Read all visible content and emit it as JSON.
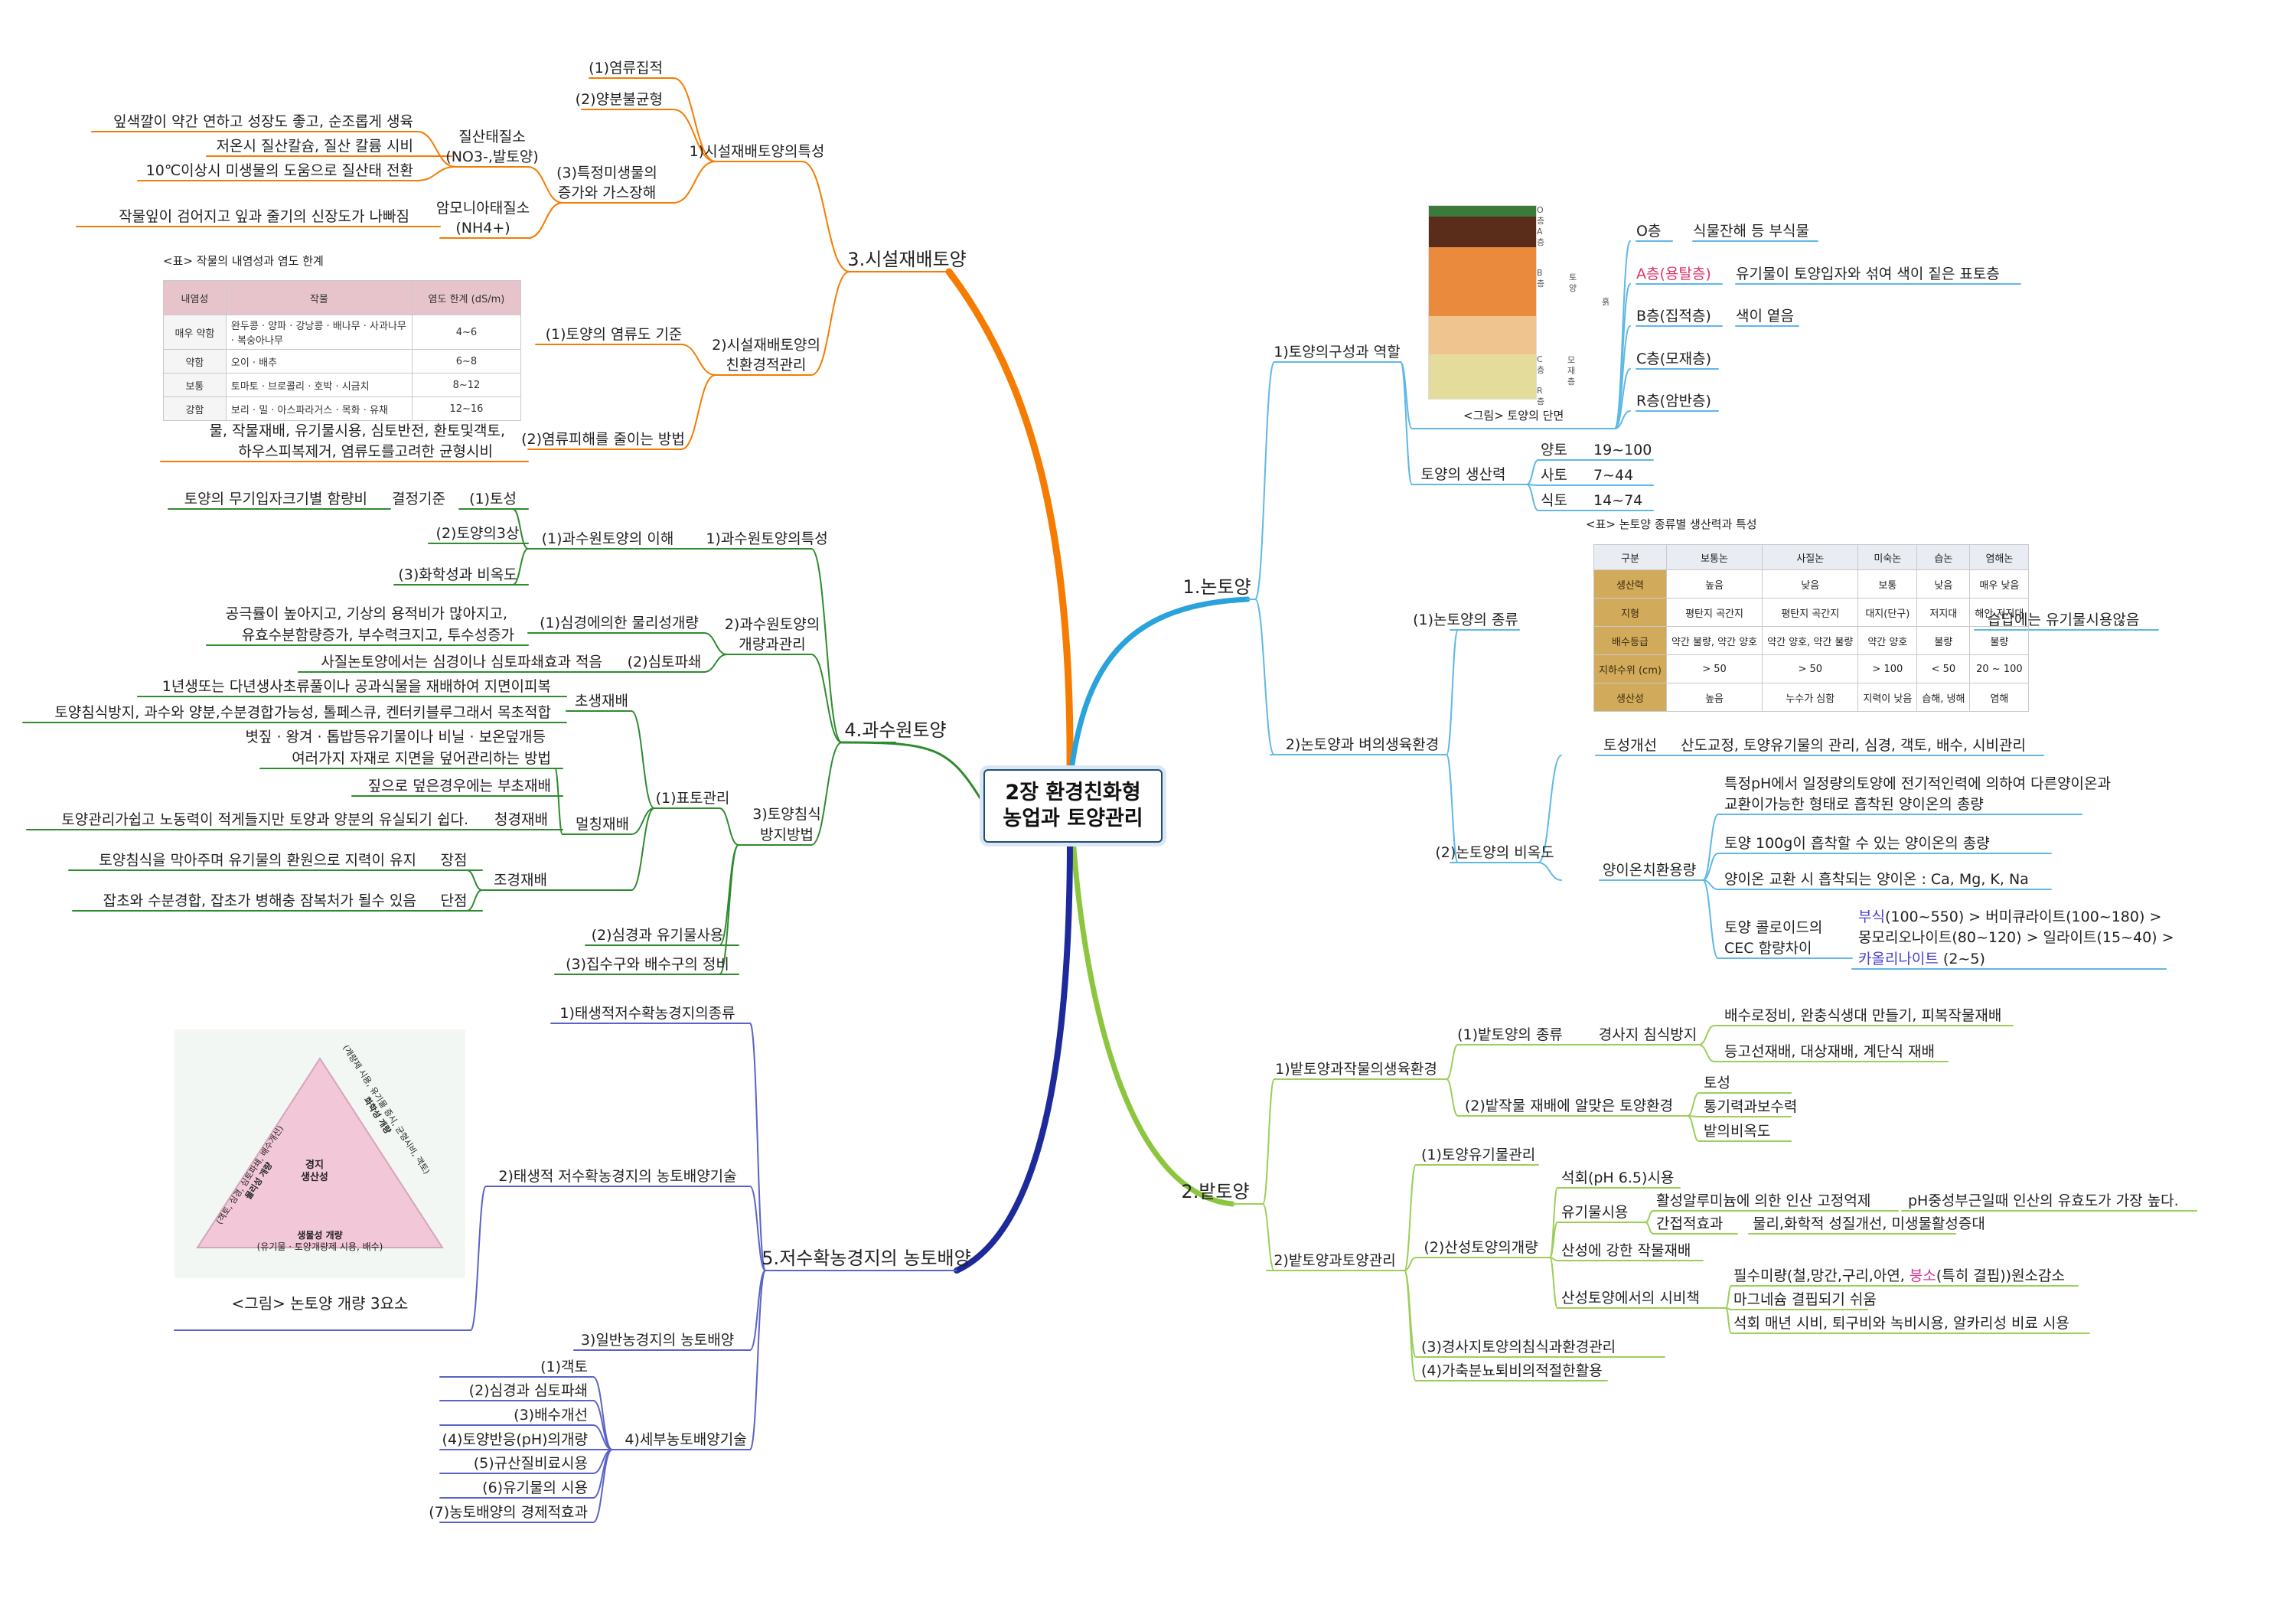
{
  "title": {
    "line1": "2장 환경친화형",
    "line2": "농업과 토양관리"
  },
  "colors": {
    "orange": "#f57c00",
    "green": "#2e8b2e",
    "navy": "#1e2a9c",
    "cyan": "#2aa3dc",
    "lime": "#8cc63f"
  },
  "branch1": {
    "label": "1.논토양",
    "composition": {
      "label": "1)토양의구성과 역할",
      "layers": [
        {
          "name": "O층",
          "desc": "식물잔해 등 부식물"
        },
        {
          "name": "A층(용탈층)",
          "desc": "유기물이 토양입자와 섞여 색이 짙은 표토층"
        },
        {
          "name": "B층(집적층)",
          "desc": "색이 옅음"
        },
        {
          "name": "C층(모재층)",
          "desc": ""
        },
        {
          "name": "R층(암반층)",
          "desc": ""
        }
      ],
      "figure_caption": "<그림> 토양의 단면",
      "figure_labels": [
        "O층",
        "A층",
        "B층",
        "토양",
        "C층",
        "R층",
        "흙",
        "모재층"
      ]
    },
    "productivity": {
      "label": "토양의 생산력",
      "items": [
        {
          "name": "양토",
          "value": "19~100"
        },
        {
          "name": "사토",
          "value": "7~44"
        },
        {
          "name": "식토",
          "value": "14~74"
        }
      ]
    },
    "paddy_env": {
      "label": "2)논토양과 벼의생육환경",
      "types": {
        "label": "(1)논토양의 종류",
        "table_caption": "<표> 논토양 종류별 생산력과 특성",
        "header": [
          "구분",
          "보통논",
          "사질논",
          "미숙논",
          "습논",
          "염해논"
        ],
        "rows": [
          [
            "생산력",
            "높음",
            "낮음",
            "보통",
            "낮음",
            "매우 낮음"
          ],
          [
            "지형",
            "평탄지 곡간지",
            "평탄지 곡간지",
            "대지(단구)",
            "저지대",
            "해안 저지대"
          ],
          [
            "배수등급",
            "약간 불량, 약간 양호",
            "약간 양호, 약간 불량",
            "약간 양호",
            "불량",
            "불량"
          ],
          [
            "지하수위 (cm)",
            "> 50",
            "> 50",
            "> 100",
            "< 50",
            "20 ~ 100"
          ],
          [
            "생산성",
            "높음",
            "누수가 심함",
            "지력이 낮음",
            "습해, 냉해",
            "염해"
          ]
        ],
        "note": "습답에는 유기물시용않음"
      },
      "fertility": {
        "label": "(2)논토양의 비옥도",
        "soil_improve": {
          "name": "토성개선",
          "desc": "산도교정, 토양유기물의 관리, 심경, 객토, 배수, 시비관리"
        },
        "cec": {
          "name": "양이온치환용량",
          "def_1": "특정pH에서 일정량의토양에 전기적인력에 의하여 다른양이온과",
          "def_2": "교환이가능한 형태로 흡착된 양이온의 총량",
          "item1": "토양 100g이 흡착할 수 있는 양이온의 총량",
          "item2": "양이온 교환 시 흡착되는 양이온 : Ca, Mg, K, Na",
          "colloid_1": "토양 콜로이드의",
          "colloid_2": "CEC 함량차이",
          "rank_a": "부식",
          "rank_b": "(100~550) > 버미큐라이트(100~180) >",
          "rank_c": "몽모리오나이트(80~120) > 일라이트(15~40) >",
          "rank_d": "카올리나이트",
          "rank_e": " (2~5)"
        }
      }
    }
  },
  "branch2": {
    "label": "2.밭토양",
    "growth": {
      "label": "1)밭토양과작물의생육환경",
      "types": {
        "label": "(1)밭토양의 종류",
        "erosion": "경사지 침식방지",
        "item1": "배수로정비, 완충식생대 만들기, 피복작물재배",
        "item2": "등고선재배, 대상재배, 계단식 재배"
      },
      "env": {
        "label": "(2)밭작물 재배에 알맞은 토양환경",
        "items": [
          "토성",
          "통기력과보수력",
          "밭의비옥도"
        ]
      }
    },
    "mgmt": {
      "label": "2)밭토양과토양관리",
      "organic": "(1)토양유기물관리",
      "acid": {
        "label": "(2)산성토양의개량",
        "lime": "석회(pH 6.5)시용",
        "om": "유기물시용",
        "om_a": "활성알루미늄에 의한 인산 고정억제",
        "om_a2": "pH중성부근일때 인산의 유효도가 가장 높다.",
        "om_b": "간접적효과",
        "om_b2": "물리,화학적 성질개선, 미생물활성증대",
        "crop": "산성에 강한 작물재배",
        "fert": "산성토양에서의 시비책",
        "fert_1a": "필수미량(철,망간,구리,아연, ",
        "fert_1b": "붕소",
        "fert_1c": "(특히 결핍))원소감소",
        "fert_2": "마그네슘 결핍되기 쉬움",
        "fert_3": "석회 매년 시비, 퇴구비와 녹비시용, 알카리성 비료 시용"
      },
      "slope": "(3)경사지토양의침식과환경관리",
      "manure": "(4)가축분뇨퇴비의적절한활용"
    }
  },
  "branch3": {
    "label": "3.시설재배토양",
    "props": {
      "label": "1)시설재배토양의특성",
      "items": [
        "(1)염류집적",
        "(2)양분불균형"
      ],
      "microbe": {
        "label_1": "(3)특정미생물의",
        "label_2": "증가와 가스장해",
        "nitrate_1": "질산태질소",
        "nitrate_2": "(NO3-,발토양)",
        "nitrate_items": [
          "잎색깔이 약간 연하고 성장도 좋고, 순조롭게 생육",
          "저온시 질산칼슘, 질산 칼륨 시비",
          "10℃이상시 미생물의 도움으로 질산태 전환"
        ],
        "ammonia_1": "암모니아태질소",
        "ammonia_2": "(NH4+)",
        "ammonia_item": "작물잎이 검어지고 잎과 줄기의 신장도가 나빠짐"
      }
    },
    "eco": {
      "label_1": "2)시설재배토양의",
      "label_2": "친환경적관리",
      "salinity": "(1)토양의 염류도 기준",
      "table_caption": "<표> 작물의 내염성과 염도 한계",
      "header": [
        "내염성",
        "작물",
        "염도 한계 (dS/m)"
      ],
      "rows": [
        [
          "매우 약함",
          "완두콩 · 양파 · 강낭콩 · 배나무 · 사과나무 · 복숭아나무",
          "4~6"
        ],
        [
          "약함",
          "오이 · 배추",
          "6~8"
        ],
        [
          "보통",
          "토마토 · 브로콜리 · 호박 · 시금치",
          "8~12"
        ],
        [
          "강함",
          "보리 · 밀 · 아스파라거스 · 목화 · 유채",
          "12~16"
        ]
      ],
      "reduce": "(2)염류피해를 줄이는 방법",
      "reduce_1": "물, 작물재배, 유기물시용, 심토반전, 환토및객토,",
      "reduce_2": "하우스피복제거, 염류도를고려한 균형시비"
    }
  },
  "branch4": {
    "label": "4.과수원토양",
    "props": {
      "label": "1)과수원토양의특성",
      "understand": "(1)과수원토양의 이해",
      "texture": "(1)토성",
      "texture_key": "결정기준",
      "texture_desc": "토양의 무기입자크기별 함량비",
      "phase": "(2)토양의3상",
      "chem": "(3)화학성과 비옥도"
    },
    "improve": {
      "label_1": "2)과수원토양의",
      "label_2": "개량과관리",
      "deep": "(1)심경에의한 물리성개량",
      "deep_1": "공극률이 높아지고, 기상의 용적비가 많아지고,",
      "deep_2": "유효수분함량증가, 부수력크지고, 투수성증가",
      "subsoil": "(2)심토파쇄",
      "subsoil_desc": "사질논토양에서는 심경이나 심토파쇄효과 적음"
    },
    "erosion": {
      "label_1": "3)토양침식",
      "label_2": "방지방법",
      "surface": "(1)표토관리",
      "grass": "초생재배",
      "grass_1": "1년생또는 다년생사초류풀이나 공과식물을 재배하여 지면이피복",
      "grass_2": "토양침식방지, 과수와 양분,수분경합가능성, 톨페스큐, 켄터키블루그래서 목초적합",
      "mulch": "멀칭재배",
      "mulch_1": "볏짚 · 왕겨 · 톱밥등유기물이나 비닐 · 보온덮개등",
      "mulch_2": "여러가지 자재로 지면을 덮어관리하는 방법",
      "mulch_3": "짚으로 덮은경우에는 부초재배",
      "clean": "청경재배",
      "clean_desc": "토양관리가쉽고 노동력이 적게들지만 토양과 양분의 유실되기 쉽다.",
      "combo": "조경재배",
      "pro": "장점",
      "pro_desc": "토양침식을 막아주며 유기물의 환원으로 지력이 유지",
      "con": "단점",
      "con_desc": "잡초와 수분경합, 잡초가 병해충 잠복처가 될수 있음",
      "deep_om": "(2)심경과 유기물사용",
      "drain": "(3)집수구와 배수구의 정비"
    }
  },
  "branch5": {
    "label": "5.저수확농경지의 농토배양",
    "kinds": "1)태생적저수확농경지의종류",
    "tech": "2)태생적 저수확농경지의 농토배양기술",
    "triangle": {
      "center_1": "경지",
      "center_2": "생산성",
      "left_1": "(객토, 심경, 심토파쇄, 배수개선)",
      "left_2": "물리성 개량",
      "right_1": "(개량제 시용, 유기물 증시, 균형시비, 객토)",
      "right_2": "화학성 개량",
      "bottom_1": "생물성 개량",
      "bottom_2": "(유기물 · 토양개량제 시용, 배수)"
    },
    "fig_caption": "<그림> 논토양 개량 3요소",
    "general": "3)일반농경지의 농토배양",
    "detail": {
      "label": "4)세부농토배양기술",
      "items": [
        "(1)객토",
        "(2)심경과 심토파쇄",
        "(3)배수개선",
        "(4)토양반응(pH)의개량",
        "(5)규산질비료시용",
        "(6)유기물의 시용",
        "(7)농토배양의 경제적효과"
      ]
    }
  }
}
